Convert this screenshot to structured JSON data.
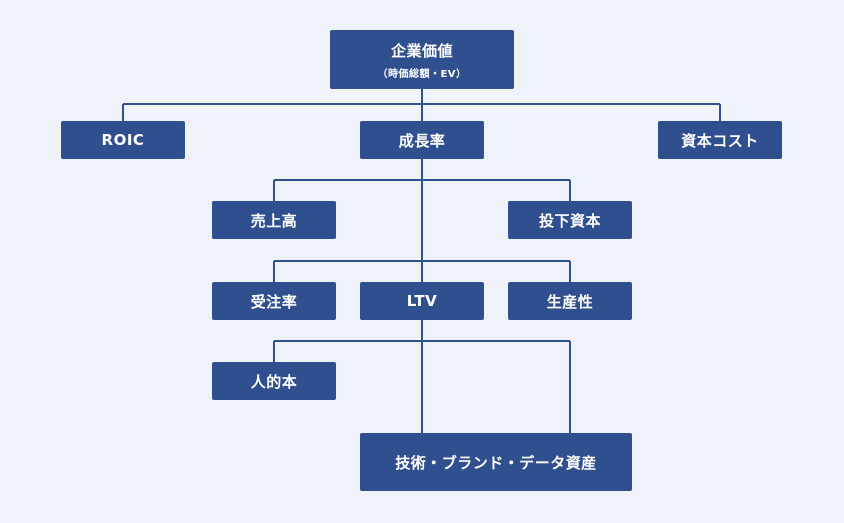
{
  "nodes": {
    "root": {
      "label": "企業価値",
      "sublabel": "（時価総額・EV）"
    },
    "roic": {
      "label": "ROIC"
    },
    "growth": {
      "label": "成長率"
    },
    "capital_cost": {
      "label": "資本コスト"
    },
    "sales": {
      "label": "売上高"
    },
    "invested_capital": {
      "label": "投下資本"
    },
    "order_rate": {
      "label": "受注率"
    },
    "ltv": {
      "label": "LTV"
    },
    "productivity": {
      "label": "生産性"
    },
    "human_capital": {
      "label": "人的本"
    },
    "intangible_assets": {
      "label": "技術・ブランド・データ資産"
    }
  },
  "colors": {
    "background": "#eff2f9",
    "node_fill": "#2f4f8f",
    "connector": "#2f4f8f",
    "text": "#ffffff"
  }
}
